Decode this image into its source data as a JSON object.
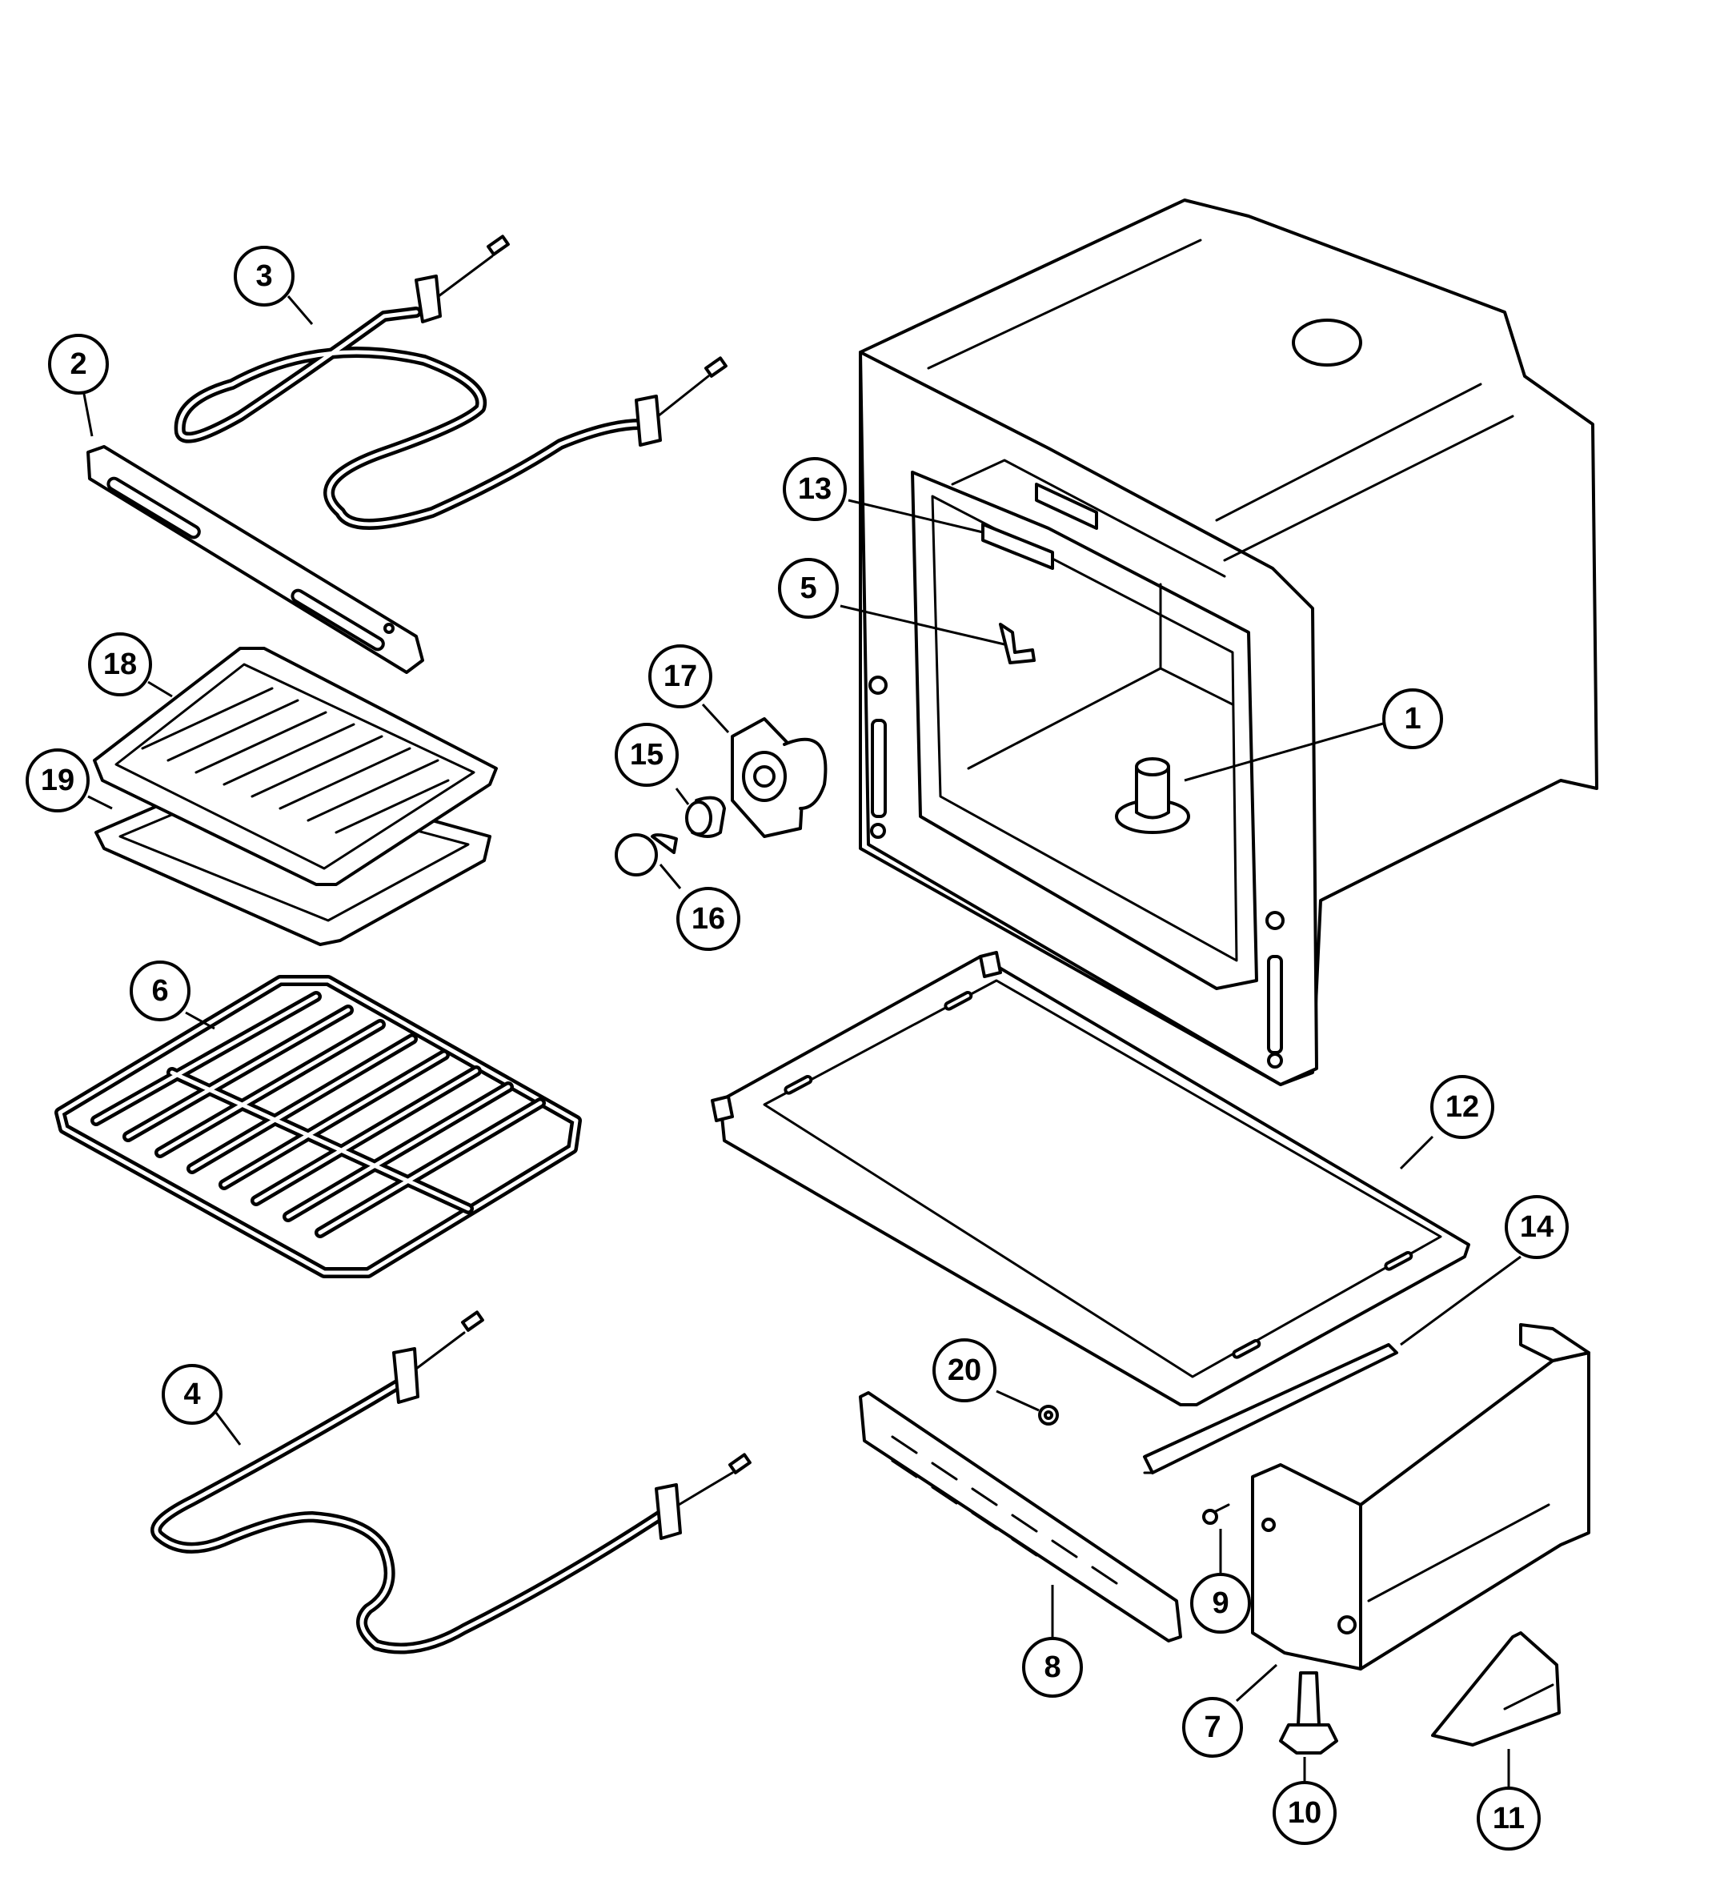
{
  "diagram": {
    "callouts": [
      {
        "id": "1",
        "label": "1"
      },
      {
        "id": "2",
        "label": "2"
      },
      {
        "id": "3",
        "label": "3"
      },
      {
        "id": "4",
        "label": "4"
      },
      {
        "id": "5",
        "label": "5"
      },
      {
        "id": "6",
        "label": "6"
      },
      {
        "id": "7",
        "label": "7"
      },
      {
        "id": "8",
        "label": "8"
      },
      {
        "id": "9",
        "label": "9"
      },
      {
        "id": "10",
        "label": "10"
      },
      {
        "id": "11",
        "label": "11"
      },
      {
        "id": "12",
        "label": "12"
      },
      {
        "id": "13",
        "label": "13"
      },
      {
        "id": "14",
        "label": "14"
      },
      {
        "id": "15",
        "label": "15"
      },
      {
        "id": "16",
        "label": "16"
      },
      {
        "id": "17",
        "label": "17"
      },
      {
        "id": "18",
        "label": "18"
      },
      {
        "id": "19",
        "label": "19"
      },
      {
        "id": "20",
        "label": "20"
      }
    ]
  },
  "colors": {
    "line": "#000000",
    "background": "#ffffff"
  }
}
